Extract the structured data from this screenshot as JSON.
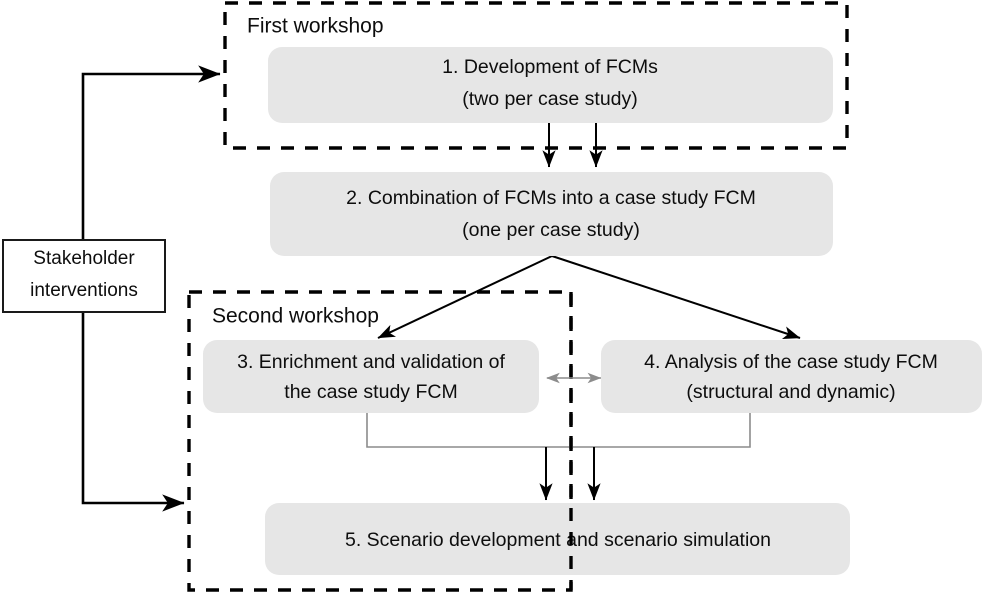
{
  "diagram": {
    "title": "FCM participatory modelling process",
    "colors": {
      "process_box_fill": "#e6e6e6",
      "stroke": "#000000",
      "bracket_gray": "#8c8c8c",
      "background": "#ffffff"
    },
    "groups": [
      {
        "id": "first-workshop",
        "label": "First  workshop"
      },
      {
        "id": "second-workshop",
        "label": "Second  workshop"
      }
    ],
    "steps": [
      {
        "id": "step-1",
        "number": "1.",
        "line1": "1. Development of FCMs",
        "line2": "(two per case study)"
      },
      {
        "id": "step-2",
        "number": "2.",
        "line1": "2. Combination of FCMs into a case study FCM",
        "line2": "(one per case study)"
      },
      {
        "id": "step-3",
        "number": "3.",
        "line1": "3. Enrichment and validation of",
        "line2": "the case study FCM"
      },
      {
        "id": "step-4",
        "number": "4.",
        "line1": "4. Analysis of the case study FCM",
        "line2": "(structural and dynamic)"
      },
      {
        "id": "step-5",
        "number": "5.",
        "line1": "5. Scenario development  and scenario simulation",
        "line2": ""
      }
    ],
    "side_box": {
      "id": "stakeholder-interventions",
      "line1": "Stakeholder",
      "line2": "interventions"
    }
  },
  "chart_data": {
    "type": "diagram",
    "title": "FCM participatory modelling process",
    "nodes": [
      {
        "id": "1",
        "label": "1. Development of FCMs (two per case study)",
        "group": "First  workshop"
      },
      {
        "id": "2",
        "label": "2. Combination of FCMs into a case study FCM (one per case study)",
        "group": ""
      },
      {
        "id": "3",
        "label": "3. Enrichment and validation of the case study FCM",
        "group": "Second  workshop"
      },
      {
        "id": "4",
        "label": "4. Analysis of the case study FCM (structural and dynamic)",
        "group": ""
      },
      {
        "id": "5",
        "label": "5. Scenario development and scenario simulation",
        "group": "Second  workshop"
      },
      {
        "id": "S",
        "label": "Stakeholder interventions",
        "group": ""
      }
    ],
    "edges": [
      {
        "from": "1",
        "to": "2",
        "type": "arrow",
        "count": 2
      },
      {
        "from": "2",
        "to": "3",
        "type": "arrow"
      },
      {
        "from": "2",
        "to": "4",
        "type": "arrow"
      },
      {
        "from": "3",
        "to": "4",
        "type": "bidirectional"
      },
      {
        "from": "3",
        "to": "5",
        "type": "arrow"
      },
      {
        "from": "4",
        "to": "5",
        "type": "arrow"
      },
      {
        "from": "S",
        "to": "First  workshop",
        "type": "arrow"
      },
      {
        "from": "S",
        "to": "Second  workshop",
        "type": "arrow"
      }
    ]
  }
}
